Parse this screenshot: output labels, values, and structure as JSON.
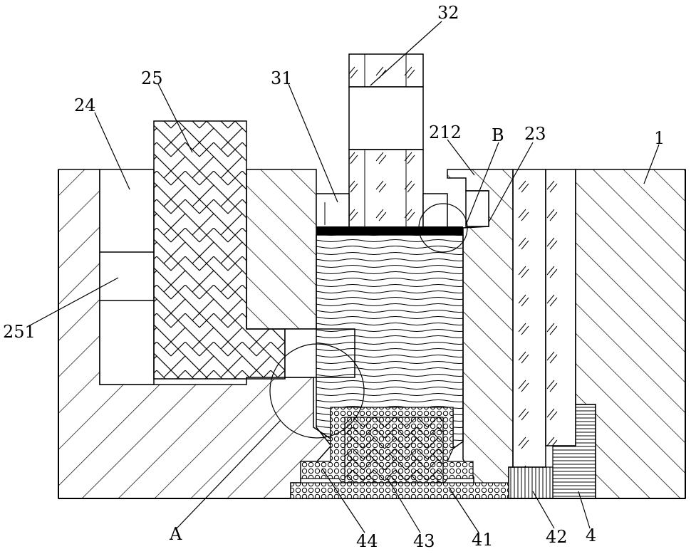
{
  "labels": {
    "l1": "1",
    "l4": "4",
    "l23": "23",
    "l24": "24",
    "l25": "25",
    "l31": "31",
    "l32": "32",
    "l41": "41",
    "l42": "42",
    "l43": "43",
    "l44": "44",
    "l212": "212",
    "l251": "251",
    "lA": "A",
    "lB": "B"
  }
}
